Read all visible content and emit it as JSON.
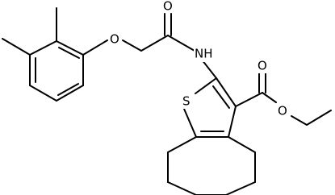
{
  "molecule": {
    "atoms": {
      "o_ether": "O",
      "o_amide": "O",
      "nh": "NH",
      "s": "S",
      "o_ester_carbonyl": "O",
      "o_ester": "O"
    },
    "colors": {
      "bond": "#000000",
      "label": "#000000",
      "background": "#ffffff"
    }
  }
}
